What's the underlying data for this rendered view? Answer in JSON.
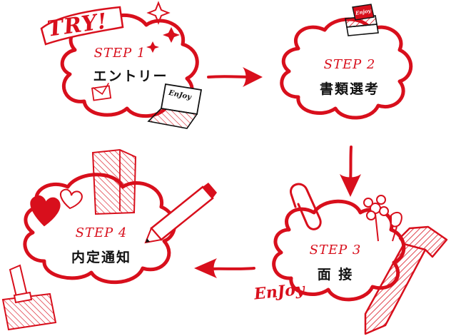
{
  "colors": {
    "accent": "#d80f1c",
    "ink": "#111111",
    "background": "#ffffff"
  },
  "steps": [
    {
      "label": "STEP 1",
      "title": "エントリー",
      "icons": [
        "envelope-icon",
        "laptop-icon",
        "sparkle-icon"
      ]
    },
    {
      "label": "STEP 2",
      "title": "書類選考",
      "icons": [
        "books-icon"
      ]
    },
    {
      "label": "STEP 3",
      "title": "面 接",
      "icons": [
        "paperclip-icon",
        "flower-icon",
        "necktie-icon"
      ]
    },
    {
      "label": "STEP 4",
      "title": "内定通知",
      "icons": [
        "building-icon",
        "pencil-icon",
        "hearts-icon",
        "stamp-icon"
      ]
    }
  ],
  "decorations": {
    "try_text": "TRY!",
    "enjoy_text_laptop": "EnJoy",
    "enjoy_text_tie": "EnJoy",
    "books_text": "Enjoy"
  },
  "flow": [
    "step1-to-step2",
    "step2-to-step3",
    "step3-to-step4"
  ]
}
